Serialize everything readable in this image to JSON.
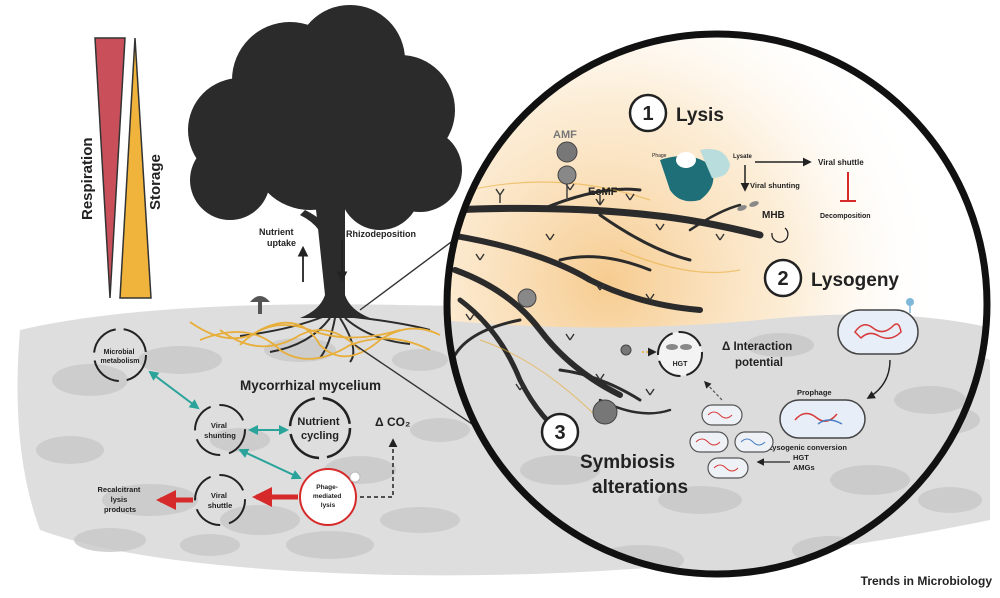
{
  "gradients": {
    "respiration": "Respiration",
    "storage": "Storage",
    "respiration_color": "#c9505a",
    "storage_color": "#f0b43c"
  },
  "tree": {
    "nutrient_uptake": [
      "Nutrient",
      "uptake"
    ],
    "rhizodeposition": "Rhizodeposition"
  },
  "soil": {
    "mycorrhizal_mycelium": "Mycorrhizal mycelium",
    "microbial_metabolism": [
      "Microbial",
      "metabolism"
    ],
    "viral_shunting": [
      "Viral",
      "shunting"
    ],
    "nutrient_cycling": [
      "Nutrient",
      "cycling"
    ],
    "delta_co2": "Δ CO₂",
    "viral_shuttle": [
      "Viral",
      "shuttle"
    ],
    "phage_lysis": [
      "Phage-",
      "mediated",
      "lysis"
    ],
    "recalcitrant": [
      "Recalcitrant",
      "lysis",
      "products"
    ]
  },
  "zoom": {
    "lysis_num": "1",
    "lysis_title": "Lysis",
    "lysogeny_num": "2",
    "lysogeny_title": "Lysogeny",
    "symbiosis_num": "3",
    "symbiosis_title": [
      "Symbiosis",
      "alterations"
    ],
    "amf": "AMF",
    "ecmf": "EcMF",
    "phage": "Phage",
    "lysate": "Lysate",
    "viral_shuttle": "Viral shuttle",
    "viral_shunting": "Viral shunting",
    "decomposition": "Decomposition",
    "mhb": "MHB",
    "interaction": [
      "Δ Interaction",
      "potential"
    ],
    "hgt": "HGT",
    "prophage": "Prophage",
    "lysogenic_conversion": "Lysogenic conversion",
    "hgt_amgs": [
      "HGT",
      "AMGs"
    ]
  },
  "credit": "Trends in Microbiology",
  "colors": {
    "teal_arrow": "#2aa39a",
    "red_arrow": "#d62a2a",
    "mycelium": "#e8ae3a",
    "tree": "#2b2b2b",
    "soil": "#dcdcdc",
    "phage_teal": "#1f6f78"
  }
}
